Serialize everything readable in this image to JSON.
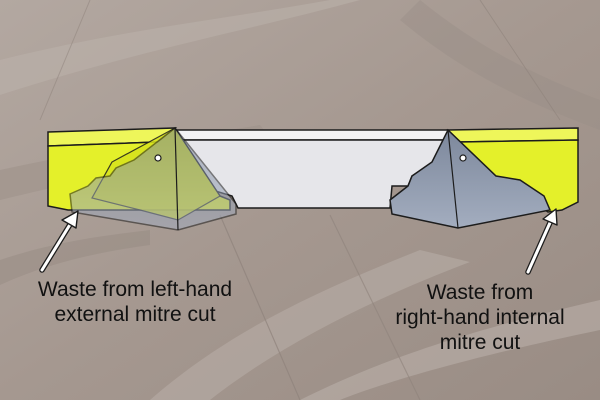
{
  "captions": {
    "left": {
      "line1": "Waste from left-hand",
      "line2": "external mitre cut"
    },
    "right": {
      "line1": "Waste from",
      "line2": "right-hand internal",
      "line3": "mitre cut"
    }
  },
  "colors": {
    "background": "#a89c95",
    "waste_highlight": "#e4f02a",
    "waste_highlight_dark": "#c9d612",
    "moulding_face": "#e6e6ea",
    "profile_steel": "#8d99ad",
    "outline": "#1c1c1c",
    "arrow": "#ffffff"
  },
  "icons": {
    "left_arrow": "arrow-pointer-icon",
    "right_arrow": "arrow-pointer-icon",
    "nail_hole": "hole-dot-icon"
  }
}
